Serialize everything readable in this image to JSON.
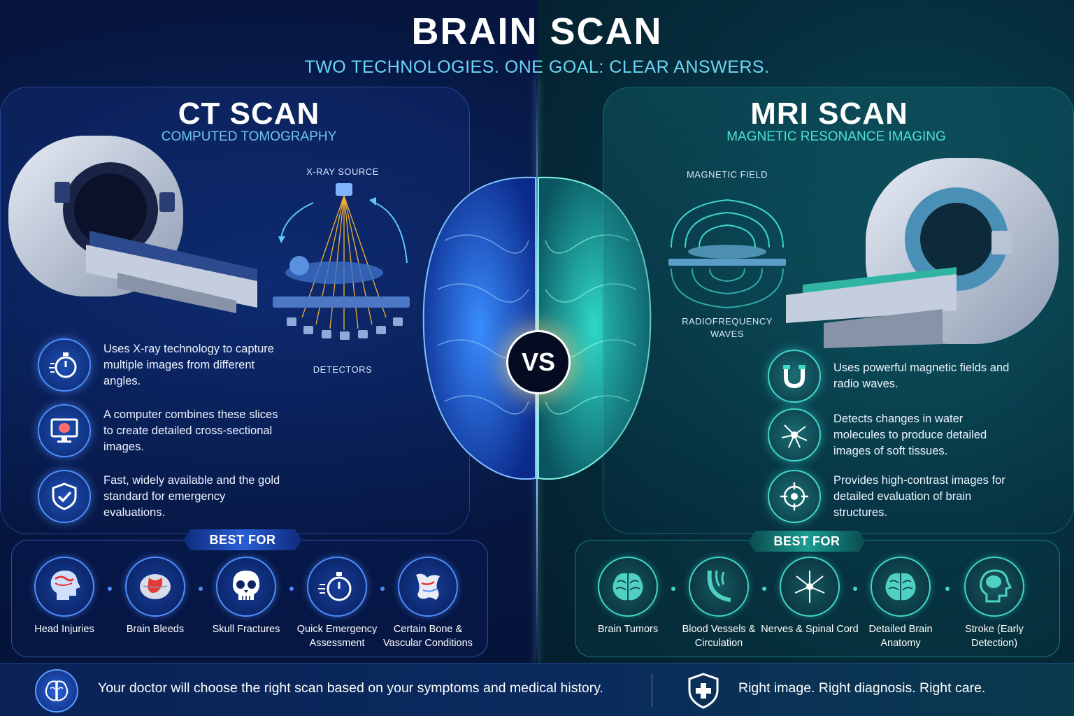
{
  "header": {
    "title": "BRAIN SCAN",
    "subtitle": "TWO TECHNOLOGIES. ONE GOAL: CLEAR ANSWERS."
  },
  "ct": {
    "title": "CT SCAN",
    "subtitle": "COMPUTED TOMOGRAPHY",
    "diagram": {
      "source_label": "X-RAY SOURCE",
      "detectors_label": "DETECTORS"
    },
    "features": [
      {
        "icon": "stopwatch-icon",
        "text": "Uses X-ray technology to capture multiple images from different angles."
      },
      {
        "icon": "monitor-brain-icon",
        "text": "A computer combines these slices to create detailed cross-sectional images."
      },
      {
        "icon": "shield-check-icon",
        "text": "Fast, widely available and the gold standard for emergency evaluations."
      }
    ],
    "best_for_label": "BEST FOR",
    "best_for": [
      {
        "icon": "head-injury-icon",
        "label": "Head Injuries"
      },
      {
        "icon": "brain-bleed-icon",
        "label": "Brain Bleeds"
      },
      {
        "icon": "skull-icon",
        "label": "Skull Fractures"
      },
      {
        "icon": "stopwatch-icon",
        "label": "Quick Emergency Assessment"
      },
      {
        "icon": "bone-icon",
        "label": "Certain Bone & Vascular Conditions"
      }
    ]
  },
  "mri": {
    "title": "MRI SCAN",
    "subtitle": "MAGNETIC RESONANCE IMAGING",
    "diagram": {
      "field_label": "MAGNETIC FIELD",
      "rf_label": "RADIOFREQUENCY WAVES"
    },
    "features": [
      {
        "icon": "magnet-icon",
        "text": "Uses powerful magnetic fields and radio waves."
      },
      {
        "icon": "neuron-icon",
        "text": "Detects changes in water molecules to produce detailed images of soft tissues."
      },
      {
        "icon": "target-icon",
        "text": "Provides high-contrast images for detailed evaluation of brain structures."
      }
    ],
    "best_for_label": "BEST FOR",
    "best_for": [
      {
        "icon": "brain-icon",
        "label": "Brain Tumors"
      },
      {
        "icon": "blood-vessel-icon",
        "label": "Blood Vessels & Circulation"
      },
      {
        "icon": "nerve-icon",
        "label": "Nerves & Spinal Cord"
      },
      {
        "icon": "brain-icon",
        "label": "Detailed Brain Anatomy"
      },
      {
        "icon": "head-brain-icon",
        "label": "Stroke (Early Detection)"
      }
    ]
  },
  "vs_label": "VS",
  "footer": {
    "left_icon": "brain-icon",
    "left_text": "Your doctor will choose the right scan based on your symptoms and medical history.",
    "right_icon": "medical-shield-icon",
    "right_text": "Right image. Right diagnosis. Right care."
  },
  "colors": {
    "ct_accent": "#4d8dff",
    "mri_accent": "#3fd7c8",
    "subtitle": "#6fd6f5"
  }
}
